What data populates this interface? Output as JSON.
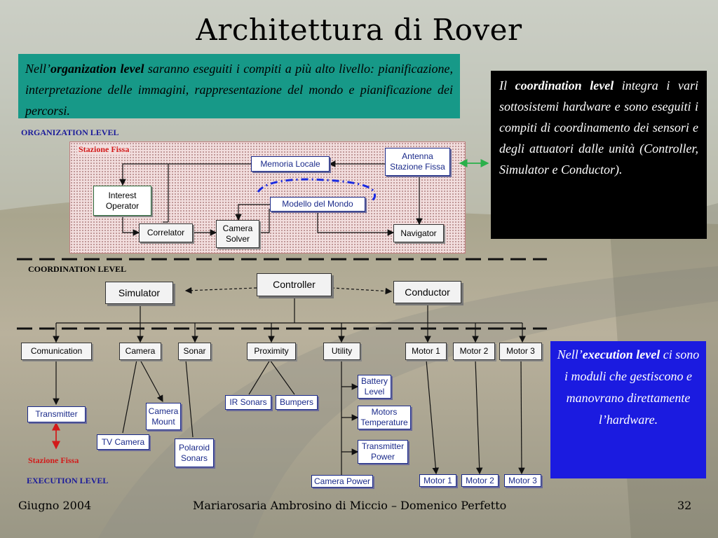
{
  "slide": {
    "title": "Architettura di Rover",
    "organization_box": {
      "pre": "Nell’",
      "bold": "organization level",
      "post": " saranno eseguiti i compiti a più alto livello: pianificazione, interpretazione delle immagini, rappresentazione del mondo e pianificazione dei percorsi."
    },
    "coordination_box": {
      "pre": "Il ",
      "bold": "coordination level",
      "post": " integra i vari sottosistemi hardware e sono eseguiti i compiti di coordinamento dei sensori e degli attuatori dalle unità (Controller, Simulator e Conductor)."
    },
    "execution_box": {
      "pre": "Nell’",
      "bold": "execution level",
      "post": " ci sono i moduli che gestiscono e manovrano direttamente l’hardware."
    },
    "footer": {
      "date": "Giugno 2004",
      "authors": "Mariarosaria Ambrosino di Miccio – Domenico Perfetto",
      "page": "32"
    }
  },
  "diagram": {
    "labels": {
      "organization_level": "ORGANIZATION LEVEL",
      "coordination_level": "COORDINATION LEVEL",
      "execution_level": "EXECUTION LEVEL",
      "stazione_fissa_top": "Stazione Fissa",
      "stazione_fissa_bottom": "Stazione Fissa"
    },
    "organization_nodes": {
      "memoria_locale": "Memoria Locale",
      "antenna": "Antenna\nStazione Fissa",
      "interest_operator": "Interest\nOperator",
      "modello_mondo": "Modello del Mondo",
      "correlator": "Correlator",
      "camera_solver": "Camera\nSolver",
      "navigator": "Navigator"
    },
    "coordination_nodes": {
      "simulator": "Simulator",
      "controller": "Controller",
      "conductor": "Conductor"
    },
    "execution_nodes": {
      "comunication": "Comunication",
      "camera": "Camera",
      "sonar": "Sonar",
      "proximity": "Proximity",
      "utility": "Utility",
      "motor1": "Motor 1",
      "motor2": "Motor 2",
      "motor3": "Motor 3"
    },
    "leaf_nodes": {
      "transmitter": "Transmitter",
      "camera_mount": "Camera\nMount",
      "tv_camera": "TV Camera",
      "polaroid_sonars": "Polaroid\nSonars",
      "ir_sonars": "IR Sonars",
      "bumpers": "Bumpers",
      "battery_level": "Battery\nLevel",
      "motors_temperature": "Motors\nTemperature",
      "transmitter_power": "Transmitter\nPower",
      "camera_power": "Camera Power",
      "motor1_leaf": "Motor 1",
      "motor2_leaf": "Motor 2",
      "motor3_leaf": "Motor 3"
    }
  },
  "colors": {
    "title_bg_green": "#179988",
    "coordination_bg": "#000000",
    "execution_bg": "#1b1be0",
    "organization_area": "#f2dede",
    "stazione_fissa_red": "#d21a1a",
    "execution_label_blue": "#1a1a9a"
  }
}
